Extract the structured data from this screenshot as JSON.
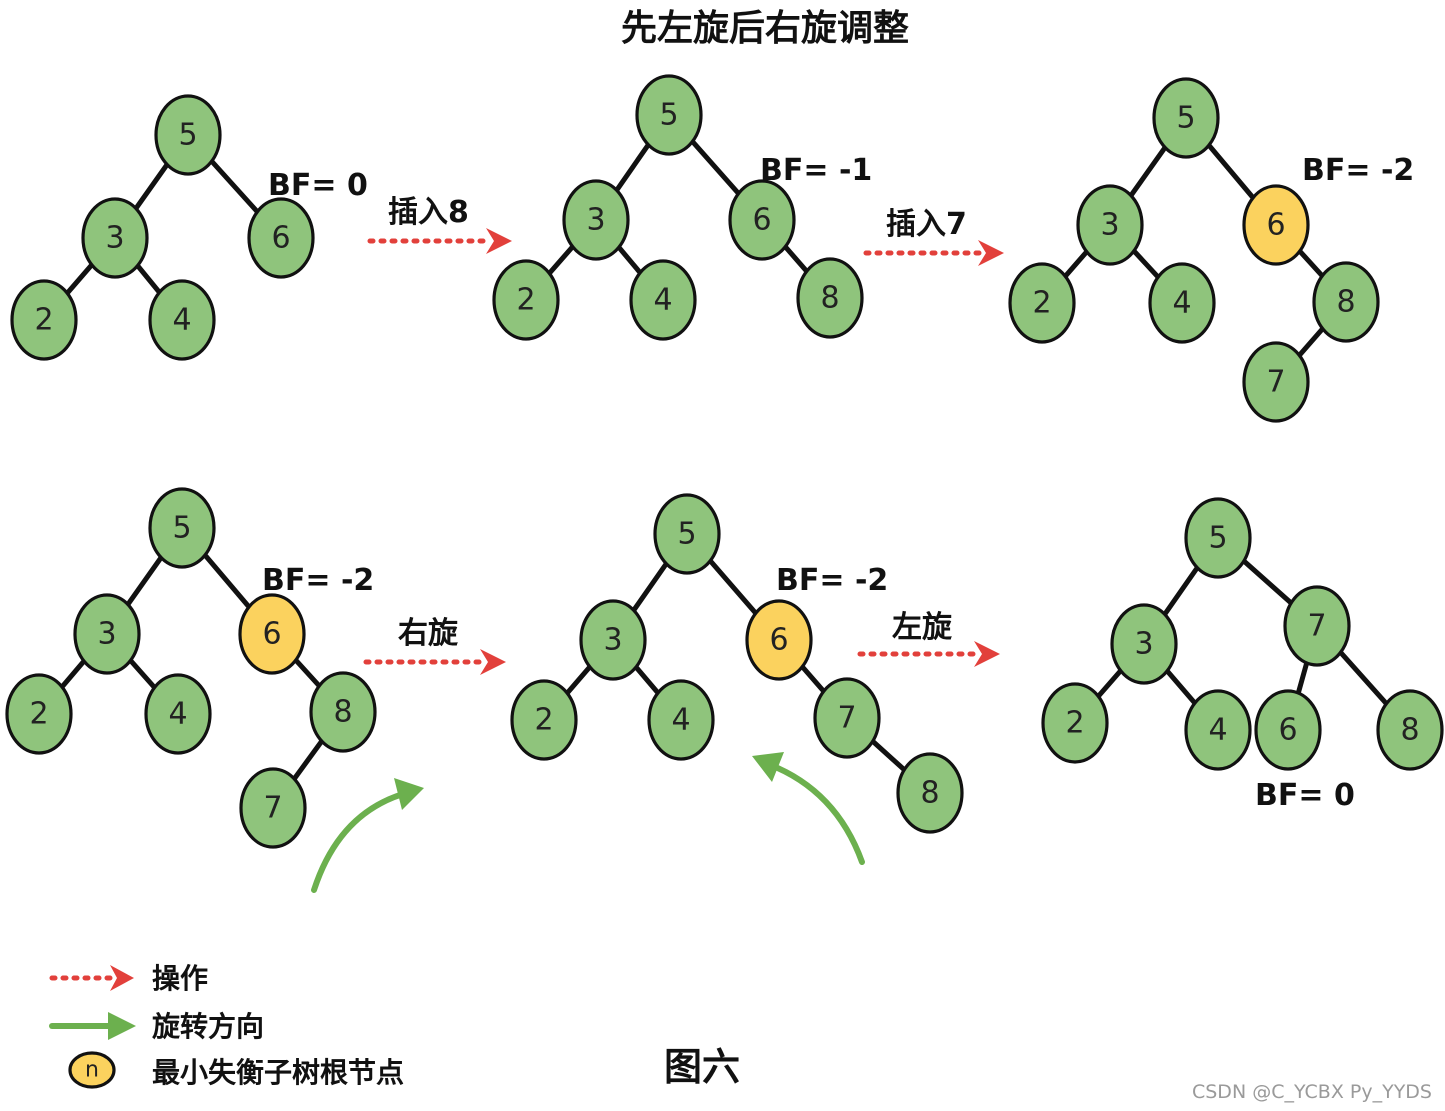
{
  "title": "先左旋后右旋调整",
  "caption": "图六",
  "watermark": "CSDN @C_YCBX Py_YYDS",
  "colors": {
    "node_fill": "#8fc47c",
    "highlight_fill": "#fbd25e",
    "operation_arrow": "#e2403b",
    "rotation_arrow": "#6cb04e"
  },
  "operations": [
    "插入8",
    "插入7",
    "右旋",
    "左旋"
  ],
  "trees": [
    {
      "bf": "BF= 0",
      "nodes": [
        {
          "label": "5",
          "highlight": false
        },
        {
          "label": "3",
          "highlight": false
        },
        {
          "label": "6",
          "highlight": false
        },
        {
          "label": "2",
          "highlight": false
        },
        {
          "label": "4",
          "highlight": false
        }
      ]
    },
    {
      "bf": "BF= -1",
      "nodes": [
        {
          "label": "5",
          "highlight": false
        },
        {
          "label": "3",
          "highlight": false
        },
        {
          "label": "6",
          "highlight": false
        },
        {
          "label": "2",
          "highlight": false
        },
        {
          "label": "4",
          "highlight": false
        },
        {
          "label": "8",
          "highlight": false
        }
      ]
    },
    {
      "bf": "BF= -2",
      "nodes": [
        {
          "label": "5",
          "highlight": false
        },
        {
          "label": "3",
          "highlight": false
        },
        {
          "label": "6",
          "highlight": true
        },
        {
          "label": "2",
          "highlight": false
        },
        {
          "label": "4",
          "highlight": false
        },
        {
          "label": "8",
          "highlight": false
        },
        {
          "label": "7",
          "highlight": false
        }
      ]
    },
    {
      "bf": "BF= -2",
      "nodes": [
        {
          "label": "5",
          "highlight": false
        },
        {
          "label": "3",
          "highlight": false
        },
        {
          "label": "6",
          "highlight": true
        },
        {
          "label": "2",
          "highlight": false
        },
        {
          "label": "4",
          "highlight": false
        },
        {
          "label": "8",
          "highlight": false
        },
        {
          "label": "7",
          "highlight": false
        }
      ]
    },
    {
      "bf": "BF= -2",
      "nodes": [
        {
          "label": "5",
          "highlight": false
        },
        {
          "label": "3",
          "highlight": false
        },
        {
          "label": "6",
          "highlight": true
        },
        {
          "label": "2",
          "highlight": false
        },
        {
          "label": "4",
          "highlight": false
        },
        {
          "label": "7",
          "highlight": false
        },
        {
          "label": "8",
          "highlight": false
        }
      ]
    },
    {
      "bf": "BF= 0",
      "nodes": [
        {
          "label": "5",
          "highlight": false
        },
        {
          "label": "3",
          "highlight": false
        },
        {
          "label": "7",
          "highlight": false
        },
        {
          "label": "2",
          "highlight": false
        },
        {
          "label": "4",
          "highlight": false
        },
        {
          "label": "6",
          "highlight": false
        },
        {
          "label": "8",
          "highlight": false
        }
      ]
    }
  ],
  "legend": {
    "operation": "操作",
    "rotation_direction": "旋转方向",
    "sample_node_label": "n",
    "min_unbalanced_root": "最小失衡子树根节点"
  }
}
